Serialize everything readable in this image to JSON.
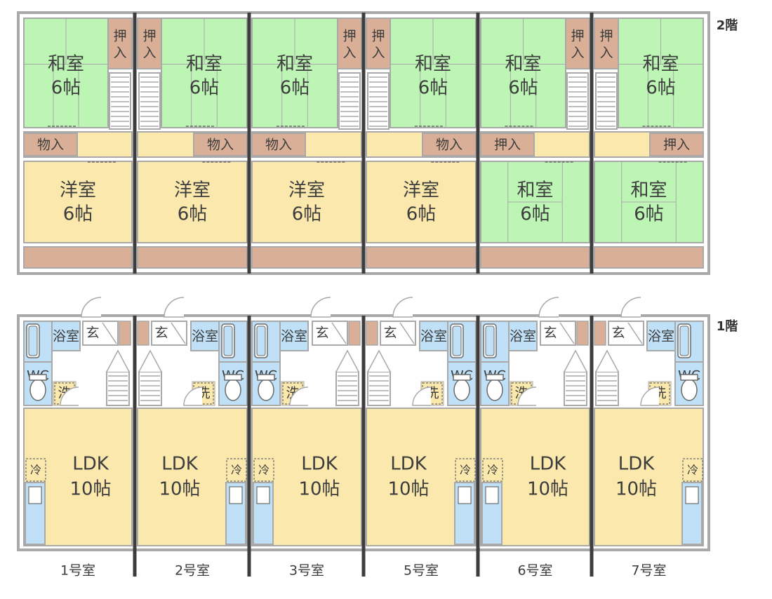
{
  "floors": {
    "second": "2階",
    "first": "1階"
  },
  "labels": {
    "washitsu": "和室",
    "youshitsu": "洋室",
    "six_mats": "6帖",
    "oshiire": "押入",
    "oshiire_v1": "押",
    "oshiire_v2": "入",
    "monoire": "物入",
    "ldk": "LDK",
    "ldk_size": "10帖",
    "bath": "浴室",
    "genkan": "玄",
    "wc": "WC",
    "sen": "洗",
    "rei": "冷"
  },
  "units": [
    "1号室",
    "2号室",
    "3号室",
    "5号室",
    "6号室",
    "7号室"
  ],
  "units_second_floor_room": [
    "洋室",
    "洋室",
    "洋室",
    "洋室",
    "和室",
    "和室"
  ],
  "colors": {
    "green": "#bdf5b5",
    "yellow": "#fbe8ad",
    "brown": "#d9b097",
    "blue": "#bfe0f6",
    "wall": "#a9a9a9",
    "party_wall": "#3d3d3d"
  }
}
